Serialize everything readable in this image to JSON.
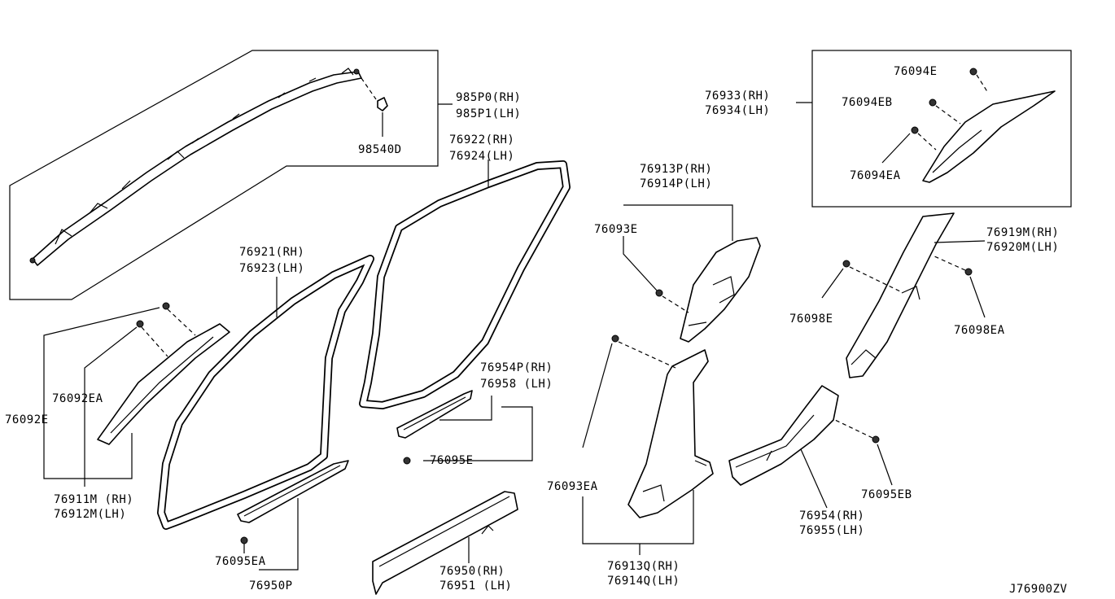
{
  "diagram_id": "J76900ZV",
  "labels": {
    "p985P0": "985P0(RH)",
    "p985P1": "985P1(LH)",
    "p98540D": "98540D",
    "p76922": "76922(RH)",
    "p76924": "76924(LH)",
    "p76921": "76921(RH)",
    "p76923": "76923(LH)",
    "p76092EA": "76092EA",
    "p76092E": "76092E",
    "p76911M": "76911M (RH)",
    "p76912M": "76912M(LH)",
    "p76954P": "76954P(RH)",
    "p76958": "76958  (LH)",
    "p76095E": "76095E",
    "p76095EA": "76095EA",
    "p76950P": "76950P",
    "p76950": "76950(RH)",
    "p76951": "76951 (LH)",
    "p76913P": "76913P(RH)",
    "p76914P": "76914P(LH)",
    "p76093E": "76093E",
    "p76093EA": "76093EA",
    "p76913Q": "76913Q(RH)",
    "p76914Q": "76914Q(LH)",
    "p76933": "76933(RH)",
    "p76934": "76934(LH)",
    "p76094E": "76094E",
    "p76094EB": "76094EB",
    "p76094EA": "76094EA",
    "p76919M": "76919M(RH)",
    "p76920M": "76920M(LH)",
    "p76098E": "76098E",
    "p76098EA": "76098EA",
    "p76954": "76954(RH)",
    "p76955": "76955(LH)",
    "p76095EB": "76095EB"
  }
}
